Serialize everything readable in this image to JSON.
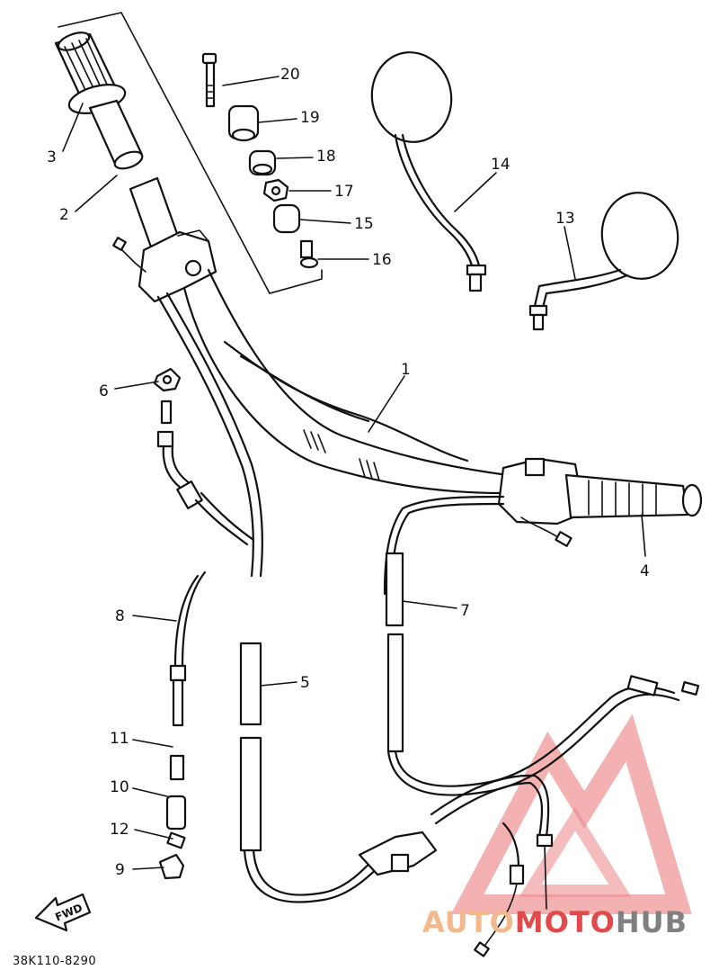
{
  "diagram": {
    "drawing_code": "38K110-8290",
    "fwd_label": "FWD",
    "callouts": [
      "1",
      "2",
      "3",
      "4",
      "5",
      "6",
      "7",
      "8",
      "9",
      "10",
      "11",
      "12",
      "13",
      "14",
      "15",
      "16",
      "17",
      "18",
      "19",
      "20"
    ]
  },
  "watermark": {
    "text_part1": "AUTO",
    "text_part2": "MOTO",
    "text_part3": "HUB",
    "color_light": "#f6c7a0",
    "color_brand": "#e14a4a",
    "color_dark": "#7a7a7a"
  }
}
